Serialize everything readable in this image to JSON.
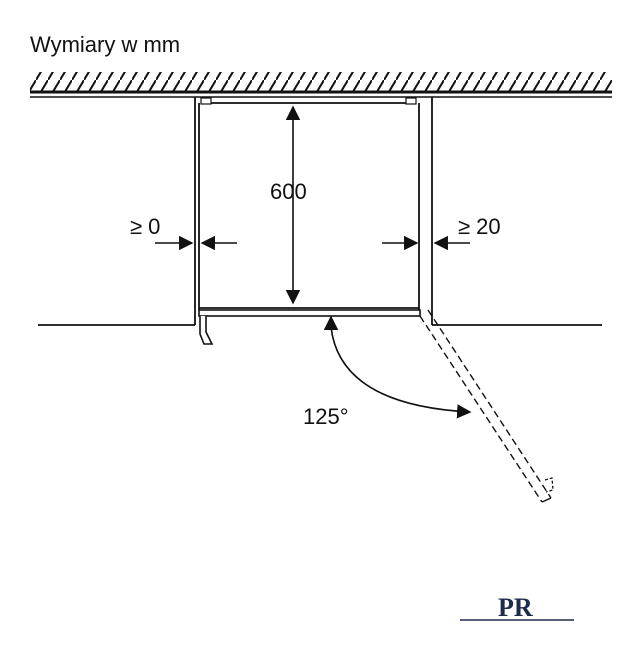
{
  "title": "Wymiary w mm",
  "dimensions": {
    "depth": "600",
    "left_gap": "≥ 0",
    "right_gap": "≥ 20",
    "door_angle": "125°"
  },
  "logo": {
    "text": "PR",
    "icon": "monogram-logo-icon"
  },
  "colors": {
    "line": "#111111",
    "background": "#ffffff",
    "logo": "#1e2b4a"
  }
}
